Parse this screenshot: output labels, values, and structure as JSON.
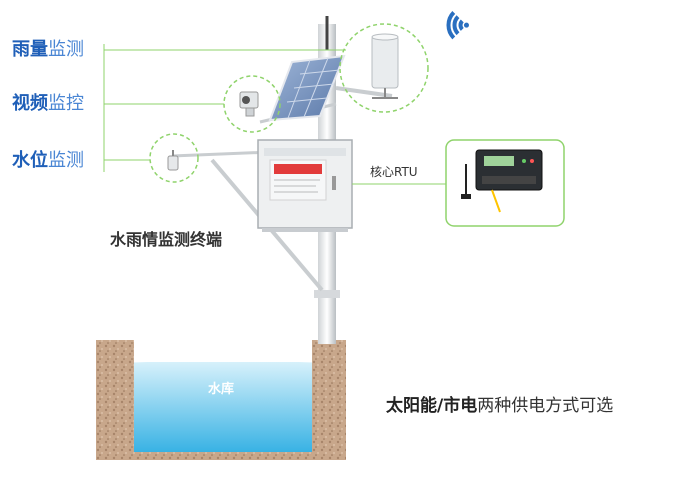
{
  "labels": {
    "rain": {
      "bold": "雨量",
      "light": "监测"
    },
    "video": {
      "bold": "视频",
      "light": "监控"
    },
    "water_level": {
      "bold": "水位",
      "light": "监测"
    },
    "terminal": "水雨情监测终端",
    "rtu": "核心RTU",
    "reservoir": "水库",
    "power": {
      "bold": "太阳能/市电",
      "light": "两种供电方式可选"
    }
  },
  "colors": {
    "label_blue": "#2f6fc2",
    "callout_green": "#8fd36b",
    "water_top": "#c9ecfa",
    "water_bottom": "#3fb6e6",
    "soil": "#c9a98d",
    "wifi": "#2a6fc0"
  },
  "icons": [
    "wifi-icon",
    "rain-gauge-icon",
    "camera-icon",
    "solar-panel-icon",
    "water-sensor-icon",
    "control-cabinet-icon",
    "rtu-device-icon",
    "antenna-icon"
  ]
}
